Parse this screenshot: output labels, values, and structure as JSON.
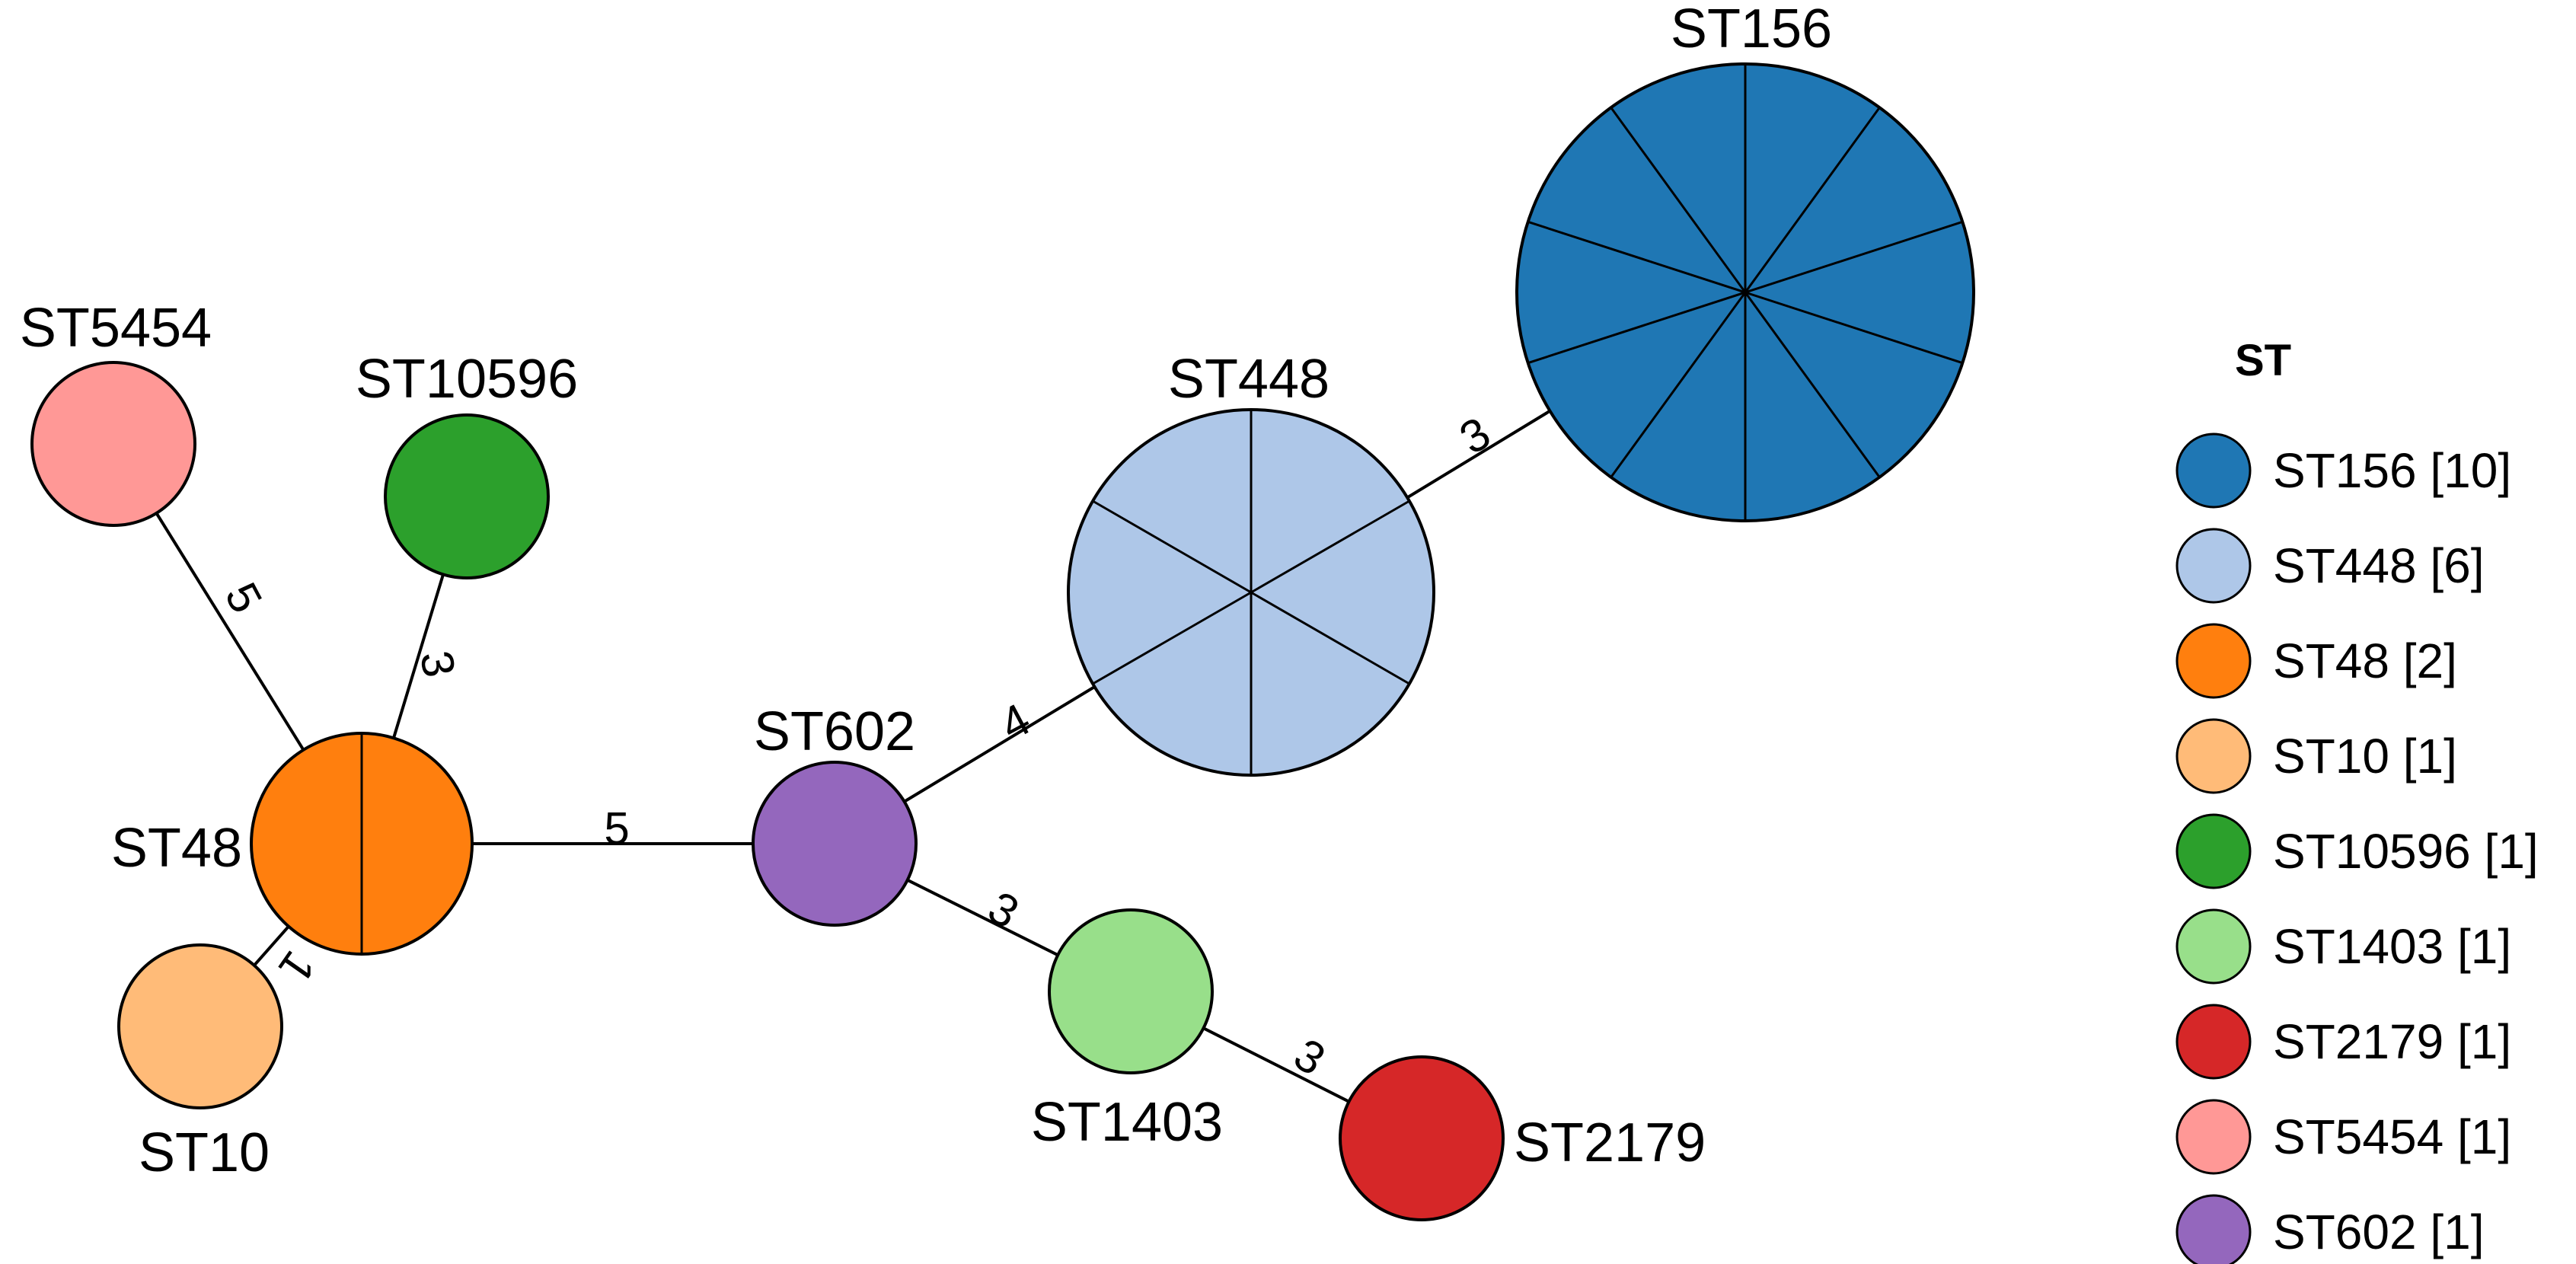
{
  "nodes": [
    {
      "id": "ST156",
      "label": "ST156",
      "count": 10,
      "color": "#1f77b4"
    },
    {
      "id": "ST448",
      "label": "ST448",
      "count": 6,
      "color": "#aec7e8"
    },
    {
      "id": "ST48",
      "label": "ST48",
      "count": 2,
      "color": "#ff7f0e"
    },
    {
      "id": "ST10",
      "label": "ST10",
      "count": 1,
      "color": "#ffbb78"
    },
    {
      "id": "ST10596",
      "label": "ST10596",
      "count": 1,
      "color": "#2ca02c"
    },
    {
      "id": "ST1403",
      "label": "ST1403",
      "count": 1,
      "color": "#98df8a"
    },
    {
      "id": "ST2179",
      "label": "ST2179",
      "count": 1,
      "color": "#d62728"
    },
    {
      "id": "ST5454",
      "label": "ST5454",
      "count": 1,
      "color": "#ff9896"
    },
    {
      "id": "ST602",
      "label": "ST602",
      "count": 1,
      "color": "#9467bd"
    }
  ],
  "edges": [
    {
      "from": "ST5454",
      "to": "ST48",
      "label": "5"
    },
    {
      "from": "ST10596",
      "to": "ST48",
      "label": "3"
    },
    {
      "from": "ST48",
      "to": "ST10",
      "label": "1"
    },
    {
      "from": "ST48",
      "to": "ST602",
      "label": "5"
    },
    {
      "from": "ST602",
      "to": "ST448",
      "label": "4"
    },
    {
      "from": "ST448",
      "to": "ST156",
      "label": "3"
    },
    {
      "from": "ST602",
      "to": "ST1403",
      "label": "3"
    },
    {
      "from": "ST1403",
      "to": "ST2179",
      "label": "3"
    }
  ],
  "legend": {
    "title": "ST",
    "items": [
      {
        "label": "ST156 [10]",
        "color": "#1f77b4"
      },
      {
        "label": "ST448 [6]",
        "color": "#aec7e8"
      },
      {
        "label": "ST48 [2]",
        "color": "#ff7f0e"
      },
      {
        "label": "ST10 [1]",
        "color": "#ffbb78"
      },
      {
        "label": "ST10596 [1]",
        "color": "#2ca02c"
      },
      {
        "label": "ST1403 [1]",
        "color": "#98df8a"
      },
      {
        "label": "ST2179 [1]",
        "color": "#d62728"
      },
      {
        "label": "ST5454 [1]",
        "color": "#ff9896"
      },
      {
        "label": "ST602 [1]",
        "color": "#9467bd"
      }
    ]
  }
}
